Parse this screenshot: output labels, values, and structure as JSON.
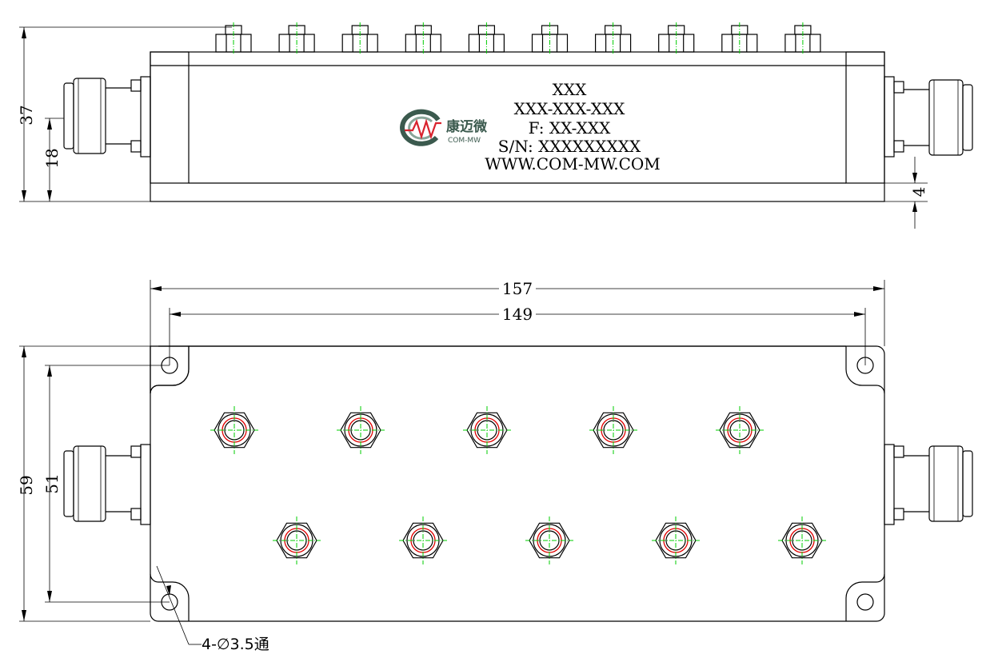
{
  "label": {
    "lines": [
      "XXX",
      "XXX-XXX-XXX",
      "F: XX-XXX",
      "S/N: XXXXXXXXX",
      "WWW.COM-MW.COM"
    ]
  },
  "logo": {
    "mark": "MW",
    "brand_cn": "康迈微",
    "brand_en": "COM-MW",
    "colors": {
      "ring": "#3b5a4e",
      "ring_light": "#8aa69a",
      "accent": "#d9232e",
      "text": "#3b5a4e"
    }
  },
  "dimensions": {
    "height_total": "37",
    "connector_height": "18",
    "base_thickness": "4",
    "length_total": "157",
    "hole_pitch_x": "149",
    "width_total": "59",
    "hole_pitch_y": "51",
    "hole_note": "4-∅3.5通"
  },
  "tuning_screws": {
    "side_view_count": 10,
    "top_row_count": 5,
    "bottom_row_count": 5
  },
  "colors": {
    "outline": "#000000",
    "centerline": "#00cc00",
    "screw_ring": "#e00000"
  }
}
